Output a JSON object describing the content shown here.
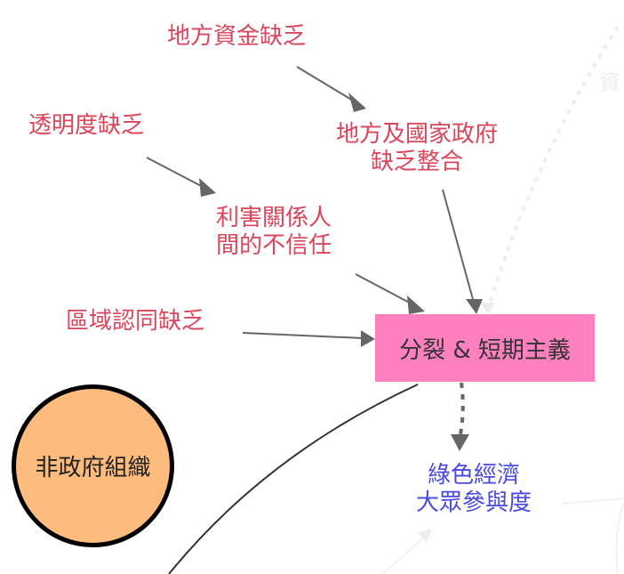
{
  "nodes": {
    "local_funding": "地方資金缺乏",
    "transparency": "透明度缺乏",
    "gov_integration": [
      "地方及國家政府",
      "缺乏整合"
    ],
    "stakeholder_trust": [
      "利害關係人",
      "間的不信任"
    ],
    "regional_identity": "區域認同缺乏",
    "fragmentation": "分裂 & 短期主義",
    "public_participation": [
      "綠色經濟",
      "大眾參與度"
    ],
    "ngo": "非政府組織",
    "faded_edge_label": "資"
  },
  "colors": {
    "red_text": "#d9455a",
    "blue_text": "#4a4ae0",
    "pink_fill": "#ff80bf",
    "orange_fill": "#fdbb7d",
    "arrow": "#666666"
  }
}
